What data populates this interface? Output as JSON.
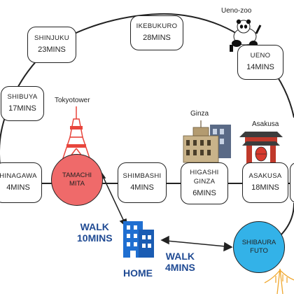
{
  "stations": {
    "shinjuku": {
      "name": "SHINJUKU",
      "time": "23MINS"
    },
    "ikebukuro": {
      "name": "IKEBUKURO",
      "time": "28MINS"
    },
    "ueno": {
      "name": "UENO",
      "time": "14MINS"
    },
    "shibuya": {
      "name": "SHIBUYA",
      "time": "17MINS"
    },
    "shinagawa": {
      "name": "HINAGAWA",
      "time": "4MINS"
    },
    "tamachi": {
      "name_1": "TAMACHI",
      "name_2": "MITA"
    },
    "shimbashi": {
      "name": "SHIMBASHI",
      "time": "4MINS"
    },
    "higashi_ginza": {
      "name_1": "HIGASHI",
      "name_2": "GINZA",
      "time": "6MINS"
    },
    "asakusa": {
      "name": "ASAKUSA",
      "time": "18MINS"
    },
    "shibaura": {
      "name_1": "SHIBAURA",
      "name_2": "FUTO"
    }
  },
  "landmarks": {
    "ueno_zoo": "Ueno-zoo",
    "tokyo_tower": "Tokyotower",
    "ginza": "Ginza",
    "asakusa": "Asakusa"
  },
  "walks": {
    "to_tamachi": {
      "line_1": "WALK",
      "line_2": "10MINS"
    },
    "to_shibaura": {
      "line_1": "WALK",
      "line_2": "4MINS"
    }
  },
  "home_label": "HOME",
  "colors": {
    "tamachi_fill": "#ef6a6a",
    "shibaura_fill": "#33b2e8",
    "walk_text": "#1f4a93",
    "tower": "#e8453c",
    "bridge": "#f0a830"
  }
}
